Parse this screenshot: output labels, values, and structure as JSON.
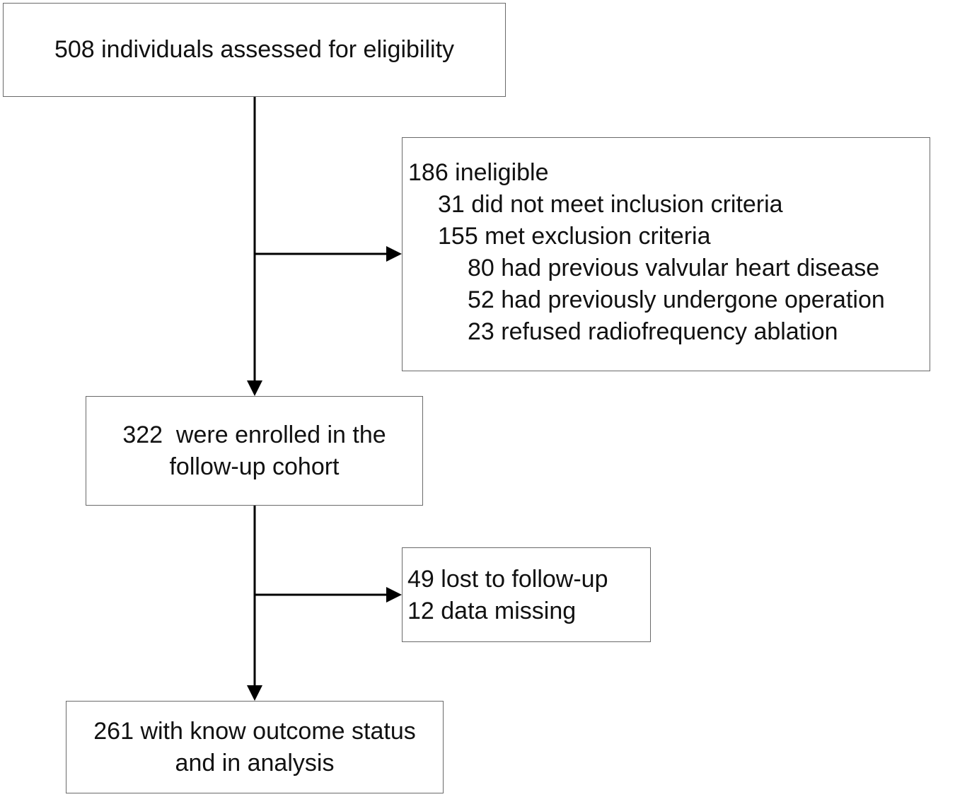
{
  "flow": {
    "assessed": {
      "lines": [
        "508 individuals assessed for eligibility"
      ]
    },
    "ineligible": {
      "items": [
        {
          "text": "186 ineligible",
          "level": 0
        },
        {
          "text": "31 did not meet inclusion criteria",
          "level": 1
        },
        {
          "text": "155 met exclusion criteria",
          "level": 1
        },
        {
          "text": "80 had previous valvular heart disease",
          "level": 2
        },
        {
          "text": "52 had previously undergone operation",
          "level": 2
        },
        {
          "text": "23 refused radiofrequency ablation",
          "level": 2
        }
      ]
    },
    "enrolled": {
      "lines": [
        "322  were enrolled in the",
        "follow-up cohort"
      ]
    },
    "lost": {
      "items": [
        {
          "text": "49 lost to follow-up",
          "level": 0
        },
        {
          "text": "12 data missing",
          "level": 0
        }
      ]
    },
    "analysis": {
      "lines": [
        "261 with know outcome status",
        "and in analysis"
      ]
    }
  },
  "colors": {
    "border": "#6a6a6a",
    "arrow": "#000000",
    "text": "#111111"
  }
}
